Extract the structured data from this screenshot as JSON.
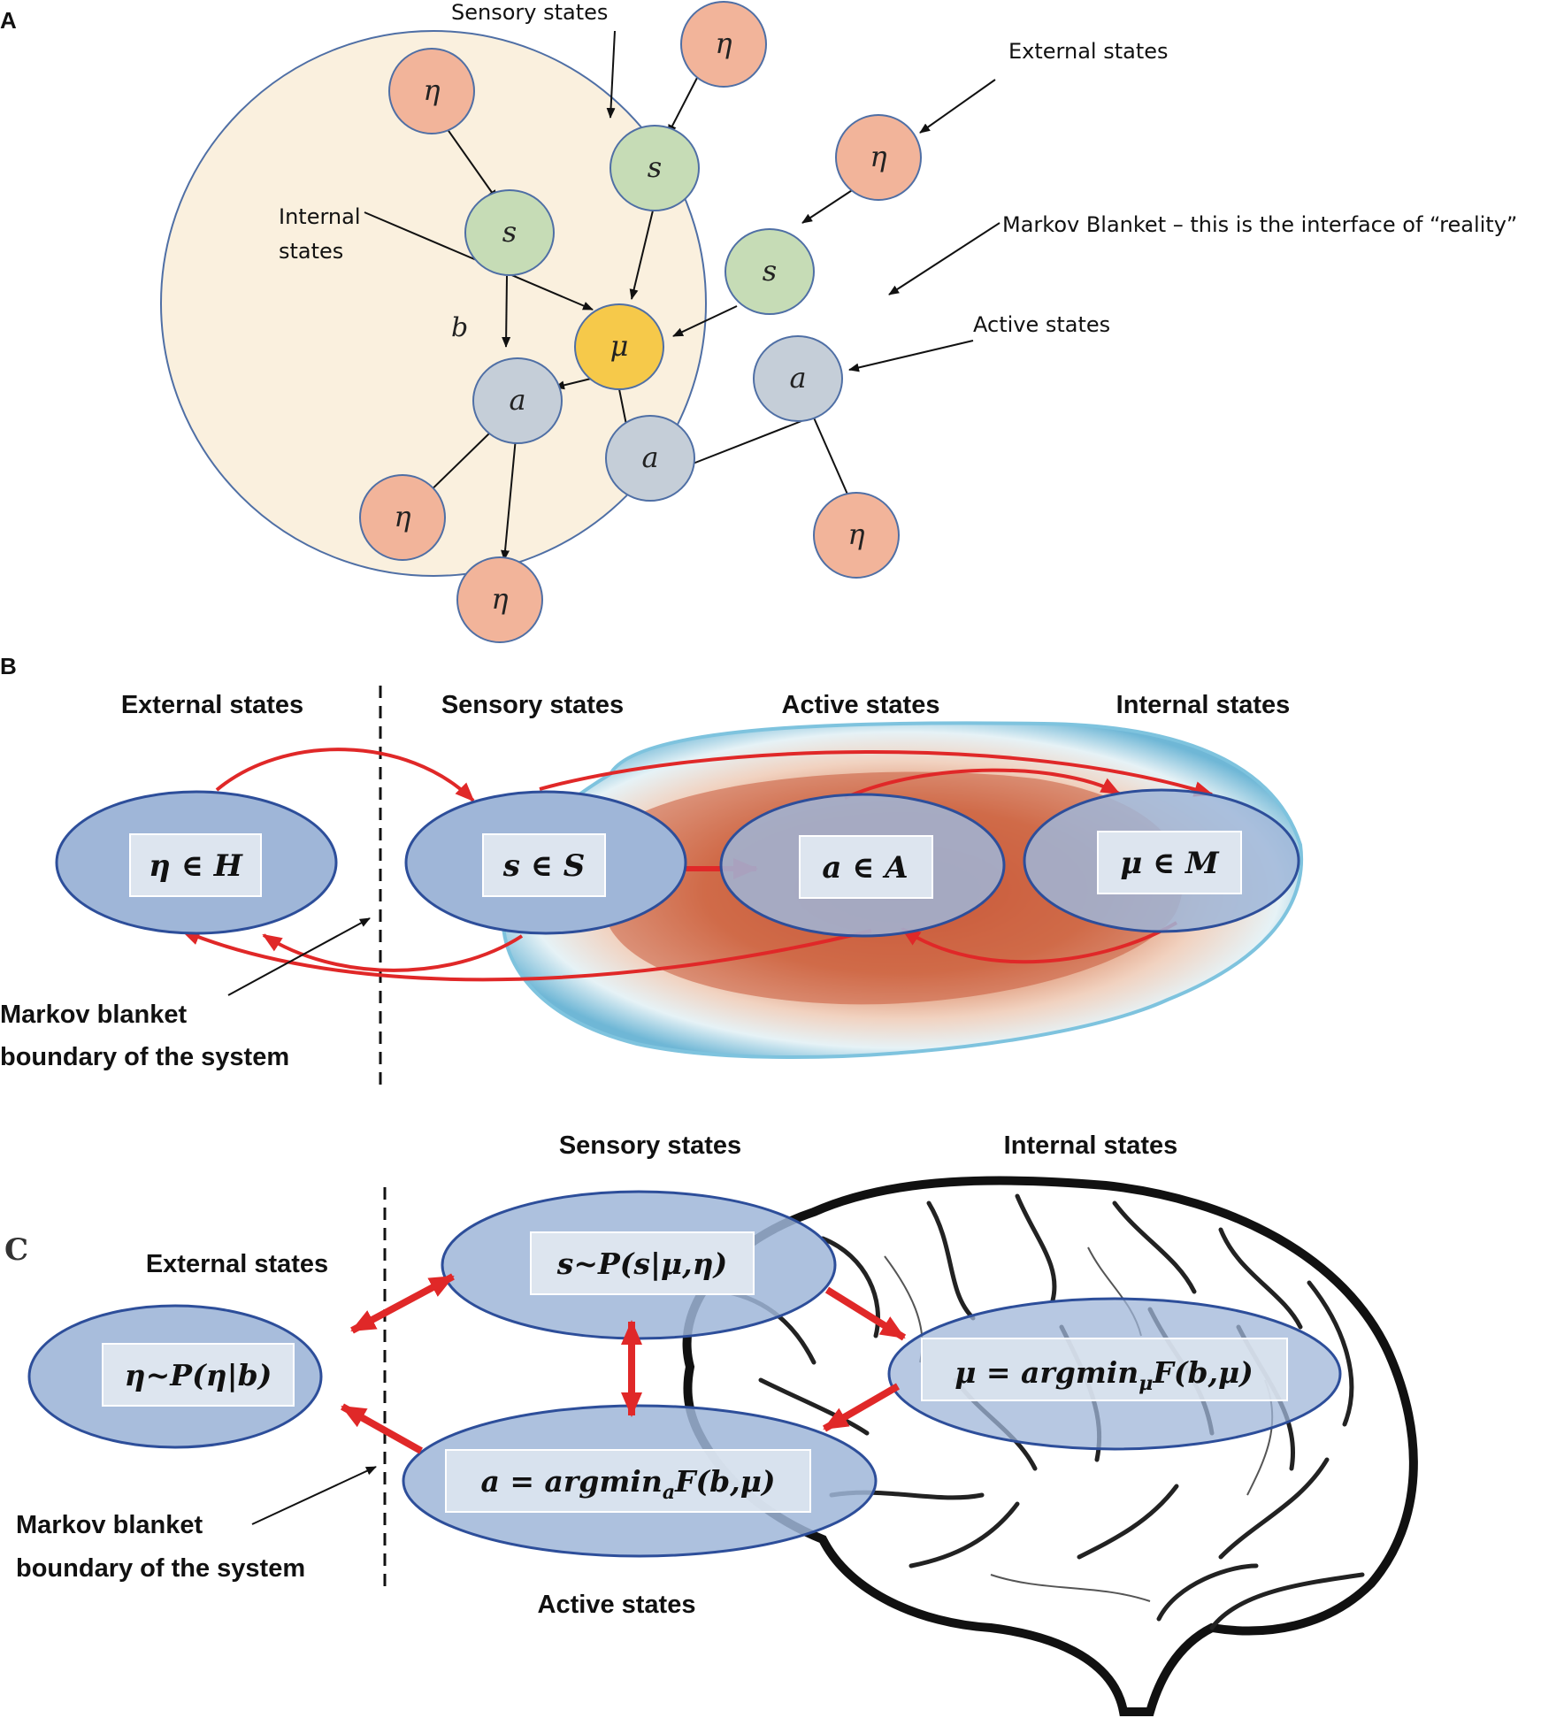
{
  "panel_a": {
    "panel_label": "A",
    "labels": {
      "sensory": "Sensory states",
      "external": "External states",
      "internal_1": "Internal",
      "internal_2": "states",
      "markov": "Markov Blanket – this is the interface of “reality”",
      "active": "Active states",
      "blanket_symbol": "b"
    },
    "nodes": {
      "eta": "η",
      "s": "s",
      "mu": "μ",
      "a": "a"
    },
    "colors": {
      "external": "#f2b49a",
      "sensory": "#c6dcb6",
      "internal": "#f6c94a",
      "active": "#c5ced8",
      "blanket": "#faf0de"
    }
  },
  "panel_b": {
    "panel_label": "B",
    "headers": {
      "external": "External states",
      "sensory": "Sensory states",
      "active": "Active states",
      "internal": "Internal states"
    },
    "formulas": {
      "eta": "η ∈ H",
      "s": "s ∈ S",
      "a": "a ∈ A",
      "mu": "μ ∈ M"
    },
    "markov_1": "Markov blanket",
    "markov_2": "boundary of the system"
  },
  "panel_c": {
    "panel_label": "C",
    "headers": {
      "sensory": "Sensory states",
      "internal": "Internal states",
      "external": "External states",
      "active": "Active states"
    },
    "formulas": {
      "s": "s~P(s|μ,η)",
      "eta": "η~P(η|b)",
      "mu_pre": "μ = argmin",
      "mu_sub": "μ",
      "mu_post": "F(b,μ)",
      "a_pre": "a = argmin",
      "a_sub": "a",
      "a_post": "F(b,μ)"
    },
    "markov_1": "Markov blanket",
    "markov_2": "boundary of the system"
  },
  "colors": {
    "arrow_red": "#e02828",
    "ellipse_fill": "#9fb6d8",
    "ellipse_stroke": "#2d4e9a"
  }
}
